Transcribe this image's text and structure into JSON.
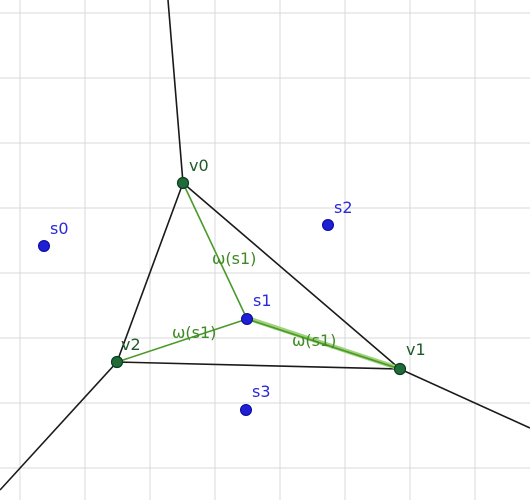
{
  "colors": {
    "grid": "#d9d9d9",
    "edge": "#1a1a1a",
    "weighted_edge": "#4a9a2a",
    "vertex": "#1f6b3a",
    "site": "#1f1fd6"
  },
  "vertices": [
    {
      "id": "v0",
      "label": "v0"
    },
    {
      "id": "v1",
      "label": "v1"
    },
    {
      "id": "v2",
      "label": "v2"
    }
  ],
  "sites": [
    {
      "id": "s0",
      "label": "s0"
    },
    {
      "id": "s1",
      "label": "s1"
    },
    {
      "id": "s2",
      "label": "s2"
    },
    {
      "id": "s3",
      "label": "s3"
    }
  ],
  "edge_labels": {
    "s1_v0": "ω(s1)",
    "s1_v2": "ω(s1)",
    "s1_v1": "ω(s1)"
  }
}
